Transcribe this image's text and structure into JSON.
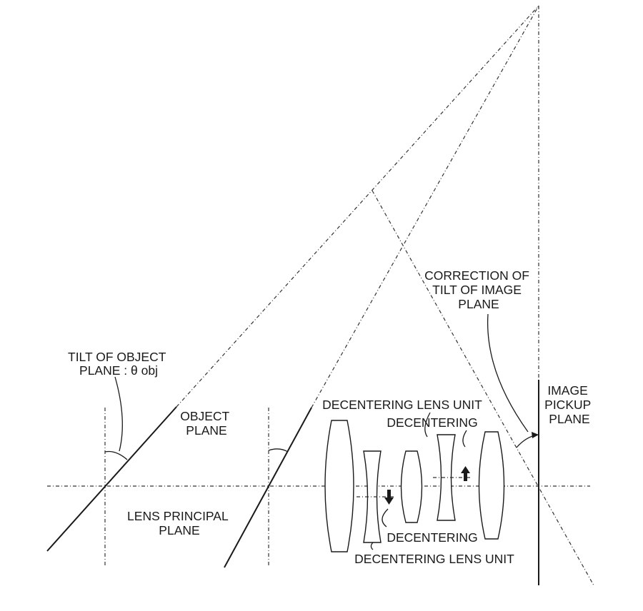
{
  "labels": {
    "tilt_object_plane": [
      "TILT OF OBJECT",
      "PLANE : θ obj"
    ],
    "object_plane": [
      "OBJECT",
      "PLANE"
    ],
    "lens_principal_plane": [
      "LENS PRINCIPAL",
      "PLANE"
    ],
    "decentering_lens_unit_top": "DECENTERING LENS UNIT",
    "decentering_top": "DECENTERING",
    "correction_tilt": [
      "CORRECTION OF",
      "TILT OF IMAGE",
      "PLANE"
    ],
    "image_pickup_plane": [
      "IMAGE",
      "PICKUP",
      "PLANE"
    ],
    "decentering_bottom": "DECENTERING",
    "decentering_lens_unit_bottom": "DECENTERING LENS UNIT"
  }
}
